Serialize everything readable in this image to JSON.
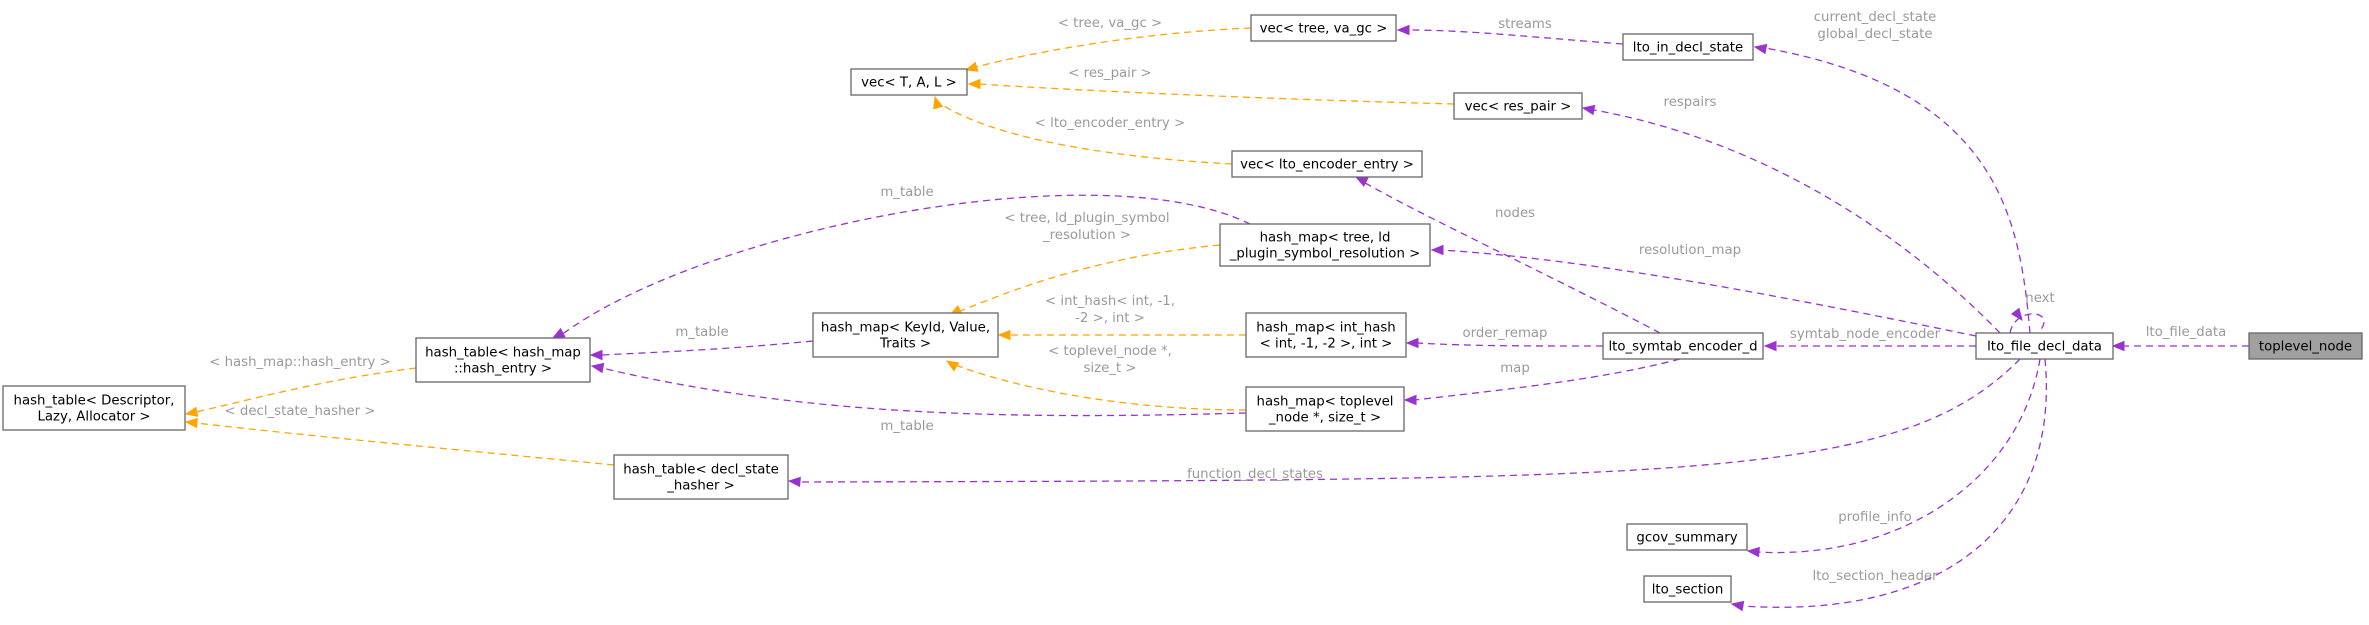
{
  "colors": {
    "usage_edge": "#9a32cd",
    "template_edge": "#ffa500",
    "node_border": "#666666",
    "highlight_fill": "#a0a0a0",
    "label_text": "#9a9a9a"
  },
  "nodes": {
    "toplevel_node": [
      "toplevel_node"
    ],
    "lto_file_decl_data": [
      "lto_file_decl_data"
    ],
    "lto_in_decl_state": [
      "lto_in_decl_state"
    ],
    "vec_tree_va_gc": [
      "vec< tree, va_gc >"
    ],
    "vec_T_A_L": [
      "vec< T, A, L >"
    ],
    "vec_res_pair": [
      "vec< res_pair >"
    ],
    "vec_lto_encoder_entry": [
      "vec< lto_encoder_entry >"
    ],
    "hash_map_tree_ld": [
      "hash_map< tree, ld",
      "_plugin_symbol_resolution >"
    ],
    "hash_map_keyid": [
      "hash_map< KeyId, Value,",
      "Traits >"
    ],
    "hash_table_hash_map": [
      "hash_table< hash_map",
      "::hash_entry >"
    ],
    "hash_table_descriptor": [
      "hash_table< Descriptor,",
      "Lazy, Allocator >"
    ],
    "hash_map_int_hash": [
      "hash_map< int_hash",
      "< int, -1, -2 >, int >"
    ],
    "lto_symtab_encoder_d": [
      "lto_symtab_encoder_d"
    ],
    "hash_map_toplevel": [
      "hash_map< toplevel",
      "_node *, size_t >"
    ],
    "hash_table_decl_state": [
      "hash_table< decl_state",
      "_hasher >"
    ],
    "gcov_summary": [
      "gcov_summary"
    ],
    "lto_section": [
      "lto_section"
    ]
  },
  "edge_labels": {
    "lto_file_data": [
      "lto_file_data"
    ],
    "next": [
      "next"
    ],
    "decl_state": [
      "current_decl_state",
      "global_decl_state"
    ],
    "streams": [
      "streams"
    ],
    "tree_va_gc": [
      "< tree, va_gc >"
    ],
    "res_pair": [
      "< res_pair >"
    ],
    "respairs": [
      "respairs"
    ],
    "lto_encoder_entry": [
      "< lto_encoder_entry >"
    ],
    "nodes": [
      "nodes"
    ],
    "m_table_top": [
      "m_table"
    ],
    "tree_ld_plugin": [
      "< tree, ld_plugin_symbol",
      "_resolution >"
    ],
    "resolution_map": [
      "resolution_map"
    ],
    "m_table_mid": [
      "m_table"
    ],
    "int_hash": [
      "< int_hash< int, -1,",
      "-2 >, int >"
    ],
    "order_remap": [
      "order_remap"
    ],
    "symtab_node_encoder": [
      "symtab_node_encoder"
    ],
    "hash_map_hash_entry": [
      "< hash_map::hash_entry >"
    ],
    "toplevel_size_t": [
      "< toplevel_node *,",
      "size_t >"
    ],
    "map": [
      "map"
    ],
    "m_table_low": [
      "m_table"
    ],
    "decl_state_hasher": [
      "< decl_state_hasher >"
    ],
    "function_decl_states": [
      "function_decl_states"
    ],
    "profile_info": [
      "profile_info"
    ],
    "lto_section_header": [
      "lto_section_header"
    ]
  }
}
